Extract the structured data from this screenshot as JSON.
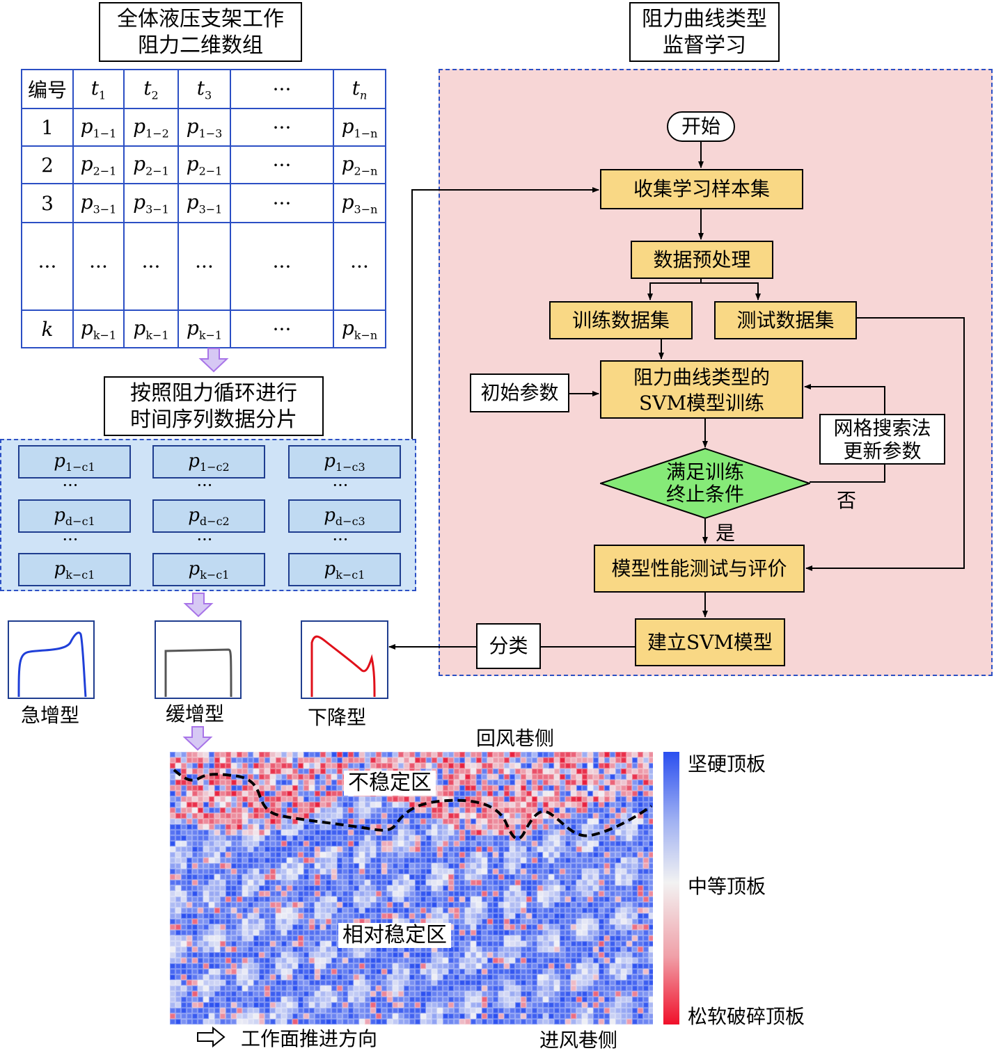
{
  "array_title": [
    "全体液压支架工作",
    "阻力二维数组"
  ],
  "supervised_title": [
    "阻力曲线类型",
    "监督学习"
  ],
  "table": {
    "header": [
      "编号",
      "t",
      "t",
      "t",
      "···",
      "t"
    ],
    "header_subs": [
      "",
      "1",
      "2",
      "3",
      "",
      "n"
    ],
    "rows": [
      {
        "id": "1",
        "cells": [
          [
            "p",
            "1−1"
          ],
          [
            "p",
            "1−2"
          ],
          [
            "p",
            "1−3"
          ],
          [
            "···",
            ""
          ],
          [
            "p",
            "1−n"
          ]
        ]
      },
      {
        "id": "2",
        "cells": [
          [
            "p",
            "2−1"
          ],
          [
            "p",
            "2−1"
          ],
          [
            "p",
            "2−1"
          ],
          [
            "···",
            ""
          ],
          [
            "p",
            "2−n"
          ]
        ]
      },
      {
        "id": "3",
        "cells": [
          [
            "p",
            "3−1"
          ],
          [
            "p",
            "3−1"
          ],
          [
            "p",
            "3−1"
          ],
          [
            "···",
            ""
          ],
          [
            "p",
            "3−n"
          ]
        ]
      },
      {
        "id": "···",
        "cells": [
          [
            "···",
            ""
          ],
          [
            "···",
            ""
          ],
          [
            "···",
            ""
          ],
          [
            "···",
            ""
          ],
          [
            "···",
            ""
          ]
        ]
      },
      {
        "id": "k",
        "cells": [
          [
            "p",
            "k−1"
          ],
          [
            "p",
            "k−1"
          ],
          [
            "p",
            "k−1"
          ],
          [
            "···",
            ""
          ],
          [
            "p",
            "k−n"
          ]
        ]
      }
    ]
  },
  "slice_title": [
    "按照阻力循环进行",
    "时间序列数据分片"
  ],
  "segments": [
    [
      [
        "p",
        "1−c1"
      ],
      [
        "p",
        "1−c2"
      ],
      [
        "p",
        "1−c3"
      ]
    ],
    [
      [
        "p",
        "d−c1"
      ],
      [
        "p",
        "d−c2"
      ],
      [
        "p",
        "d−c3"
      ]
    ],
    [
      [
        "p",
        "k−c1"
      ],
      [
        "p",
        "k−c1"
      ],
      [
        "p",
        "k−c1"
      ]
    ]
  ],
  "curve_types": [
    "急增型",
    "缓增型",
    "下降型"
  ],
  "flow": {
    "start": "开始",
    "collect": "收集学习样本集",
    "preprocess": "数据预处理",
    "train_set": "训练数据集",
    "test_set": "测试数据集",
    "init_params": "初始参数",
    "svm_train": [
      "阻力曲线类型的",
      "SVM模型训练"
    ],
    "grid_search": [
      "网格搜索法",
      "更新参数"
    ],
    "condition": [
      "满足训练",
      "终止条件"
    ],
    "no": "否",
    "yes": "是",
    "evaluate": "模型性能测试与评价",
    "build": "建立SVM模型",
    "classify": "分类"
  },
  "map": {
    "top_label": "回风巷侧",
    "bottom_label": "进风巷侧",
    "direction": "工作面推进方向",
    "unstable": "不稳定区",
    "stable": "相对稳定区"
  },
  "legend": {
    "high": "坚硬顶板",
    "mid": "中等顶板",
    "low": "松软破碎顶板",
    "colors": [
      "#2a4ff0",
      "#f2f2f2",
      "#f0102a"
    ]
  }
}
